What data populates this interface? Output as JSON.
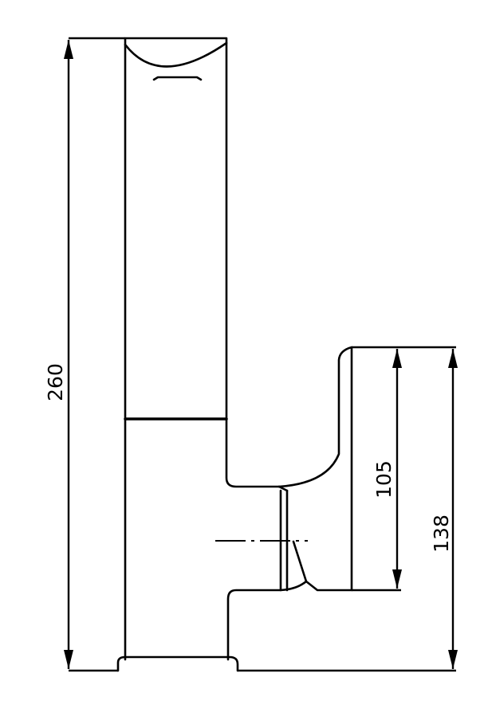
{
  "drawing": {
    "line_color": "#000000",
    "background": "#ffffff",
    "dimensions": {
      "overall_height": "260",
      "spout_height": "105",
      "handle_height": "138"
    }
  }
}
